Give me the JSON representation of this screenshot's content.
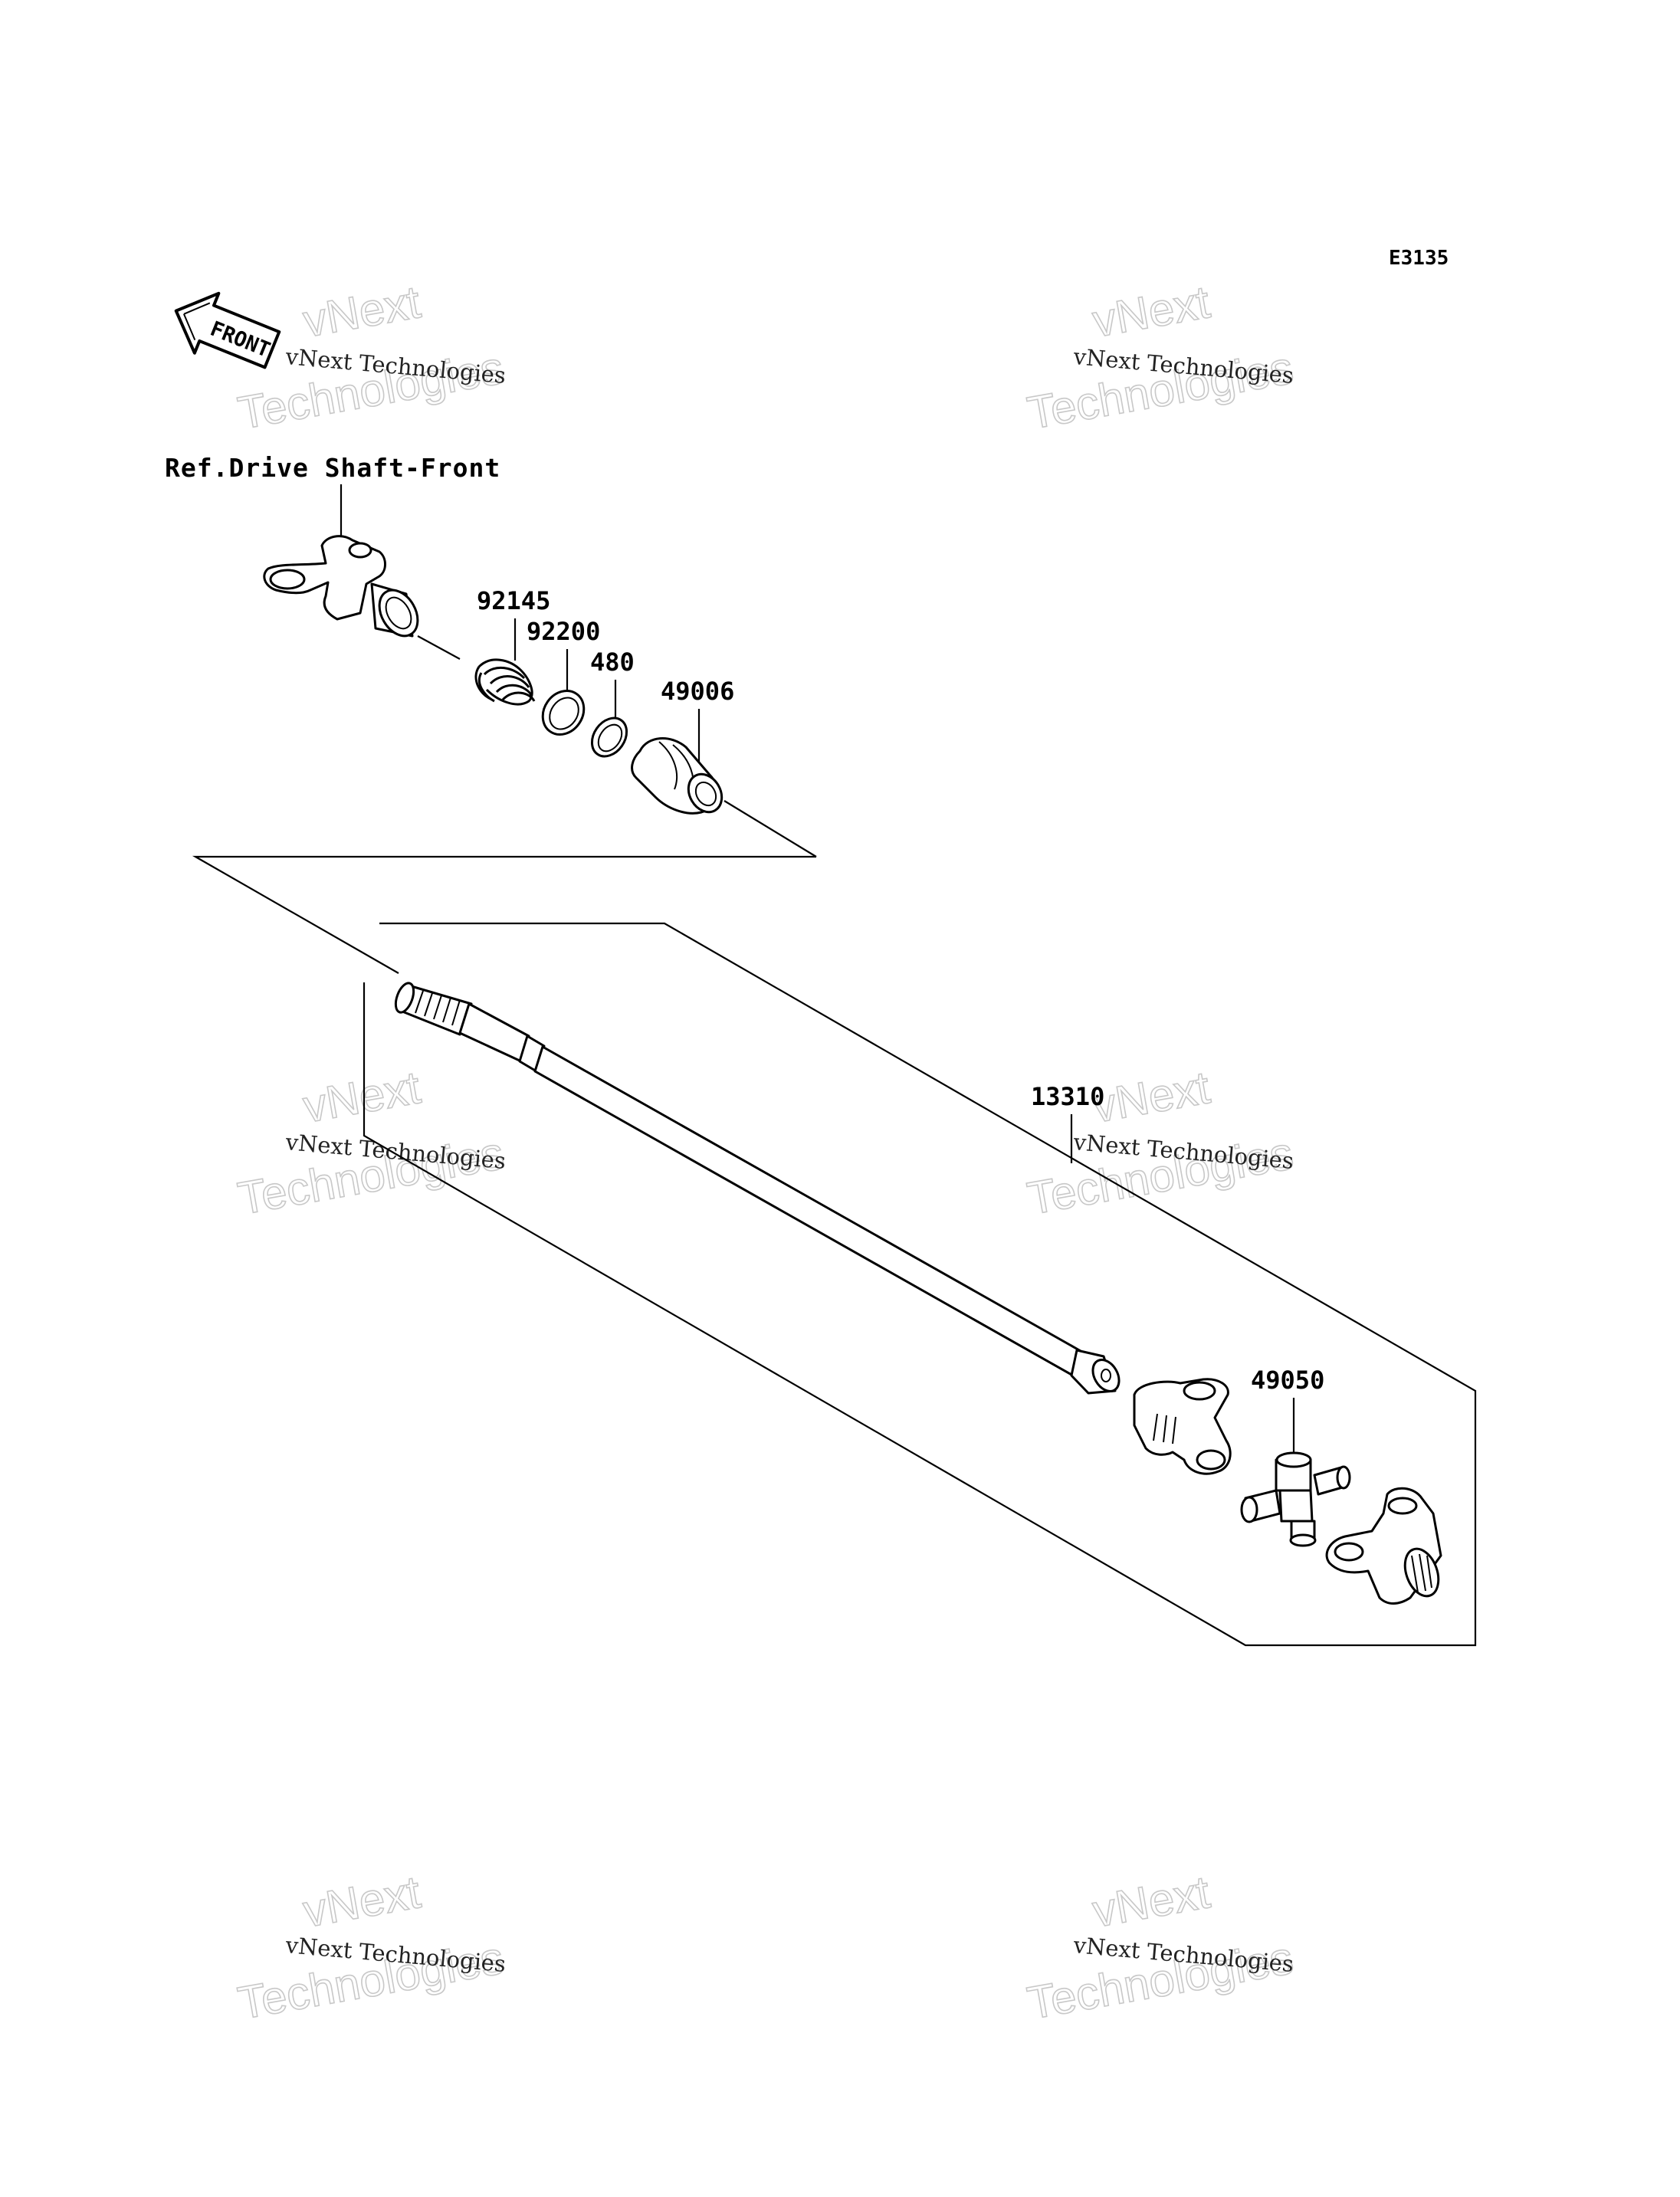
{
  "diagram_code": "E3135",
  "front_indicator": "FRONT",
  "reference_label": "Ref.Drive Shaft-Front",
  "part_numbers": {
    "spring": "92145",
    "washer": "92200",
    "circlip": "480",
    "boot": "49006",
    "shaft": "13310",
    "joint": "49050"
  },
  "watermark": {
    "line1": "vNext Technologies",
    "line2a": "vNext",
    "line2b": "Technologies"
  }
}
